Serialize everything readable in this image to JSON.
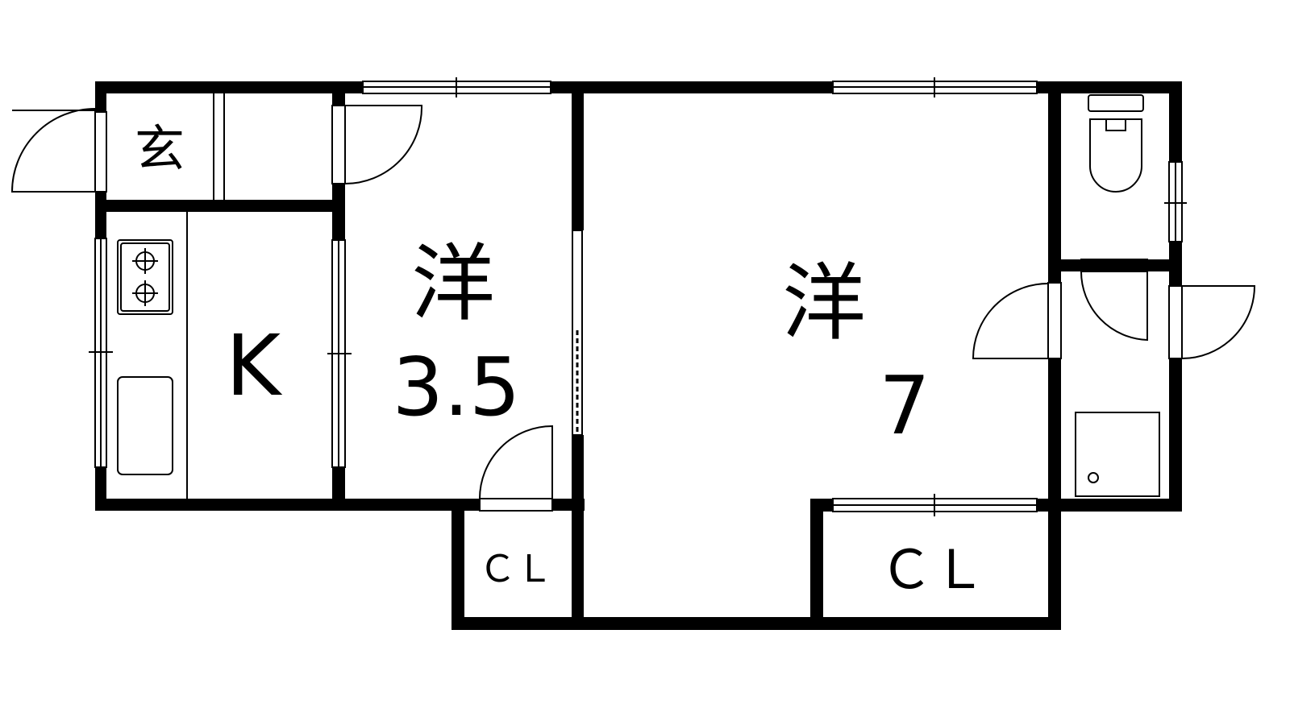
{
  "rooms": {
    "genkan": {
      "label": "玄"
    },
    "kitchen": {
      "label": "K"
    },
    "western_small": {
      "label": "洋",
      "size": "3.5"
    },
    "western_large": {
      "label": "洋",
      "size": "7"
    },
    "closet_small": {
      "label": "ＣＬ"
    },
    "closet_large": {
      "label": "ＣＬ"
    }
  },
  "colors": {
    "wall": "#000000",
    "background": "#ffffff"
  }
}
